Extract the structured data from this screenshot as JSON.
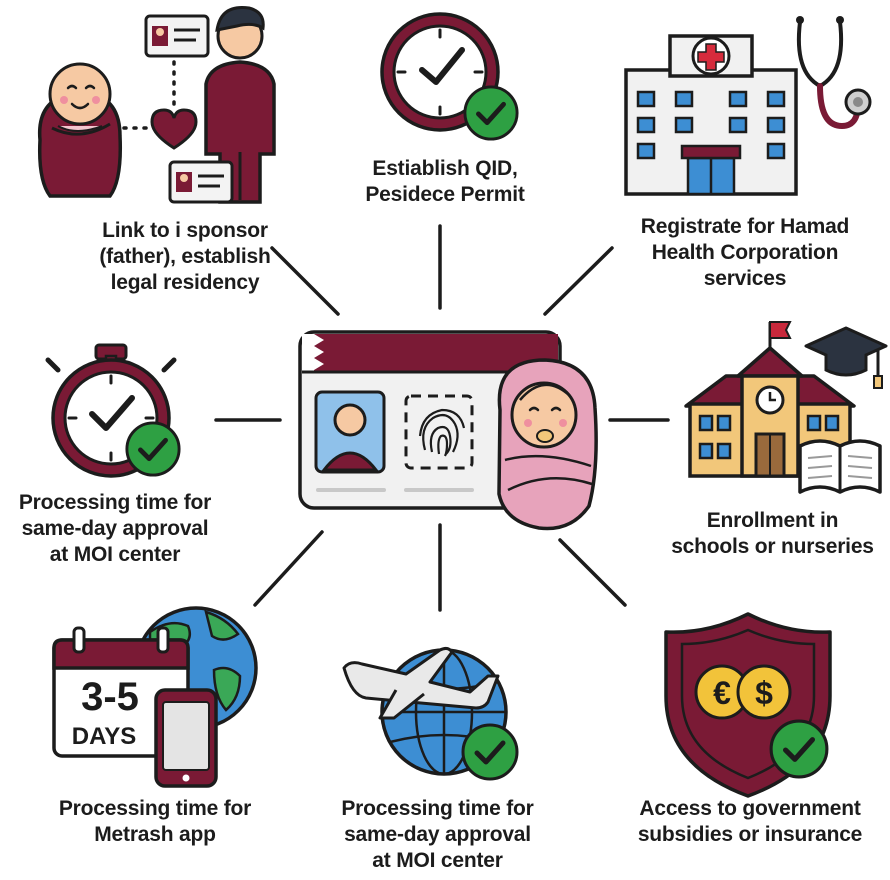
{
  "colors": {
    "maroon": "#7a1a35",
    "dark_maroon": "#5e1128",
    "green": "#2ea043",
    "skin": "#f6c9a3",
    "pink": "#e7a3bb",
    "blue": "#3d8ed3",
    "tan": "#f2c77a",
    "ink": "#1c1c1c"
  },
  "center": {
    "card_icon": "qatar-id-card",
    "baby_icon": "swaddled-baby"
  },
  "items": [
    {
      "id": "link",
      "icon": "parent-baby-id-icon",
      "label": "Link to i sponsor\n(father), establish\nlegal residency"
    },
    {
      "id": "qid",
      "icon": "clock-check-icon",
      "label": "Estiablish QID,\nPesidece Permit"
    },
    {
      "id": "hmc",
      "icon": "hospital-icon",
      "label": "Registrate for Hamad\nHealth Corporation\nservices"
    },
    {
      "id": "proc",
      "icon": "stopwatch-check-icon",
      "label": "Processing time for\nsame-day approval\nat MOI center"
    },
    {
      "id": "school",
      "icon": "school-icon",
      "label": "Enrollment in\nschools or nurseries"
    },
    {
      "id": "metrash",
      "icon": "calendar-phone-icon",
      "label": "Processing time for\nMetrash app"
    },
    {
      "id": "moi",
      "icon": "plane-globe-icon",
      "label": "Processing time for\nsame-day approval\nat MOI center"
    },
    {
      "id": "subs",
      "icon": "shield-currency-icon",
      "label": "Access to government\nsubsidies or insurance"
    }
  ],
  "calendar": {
    "days_value": "3-5",
    "days_unit": "DAYS"
  },
  "currency": {
    "euro": "€",
    "dollar": "$"
  }
}
